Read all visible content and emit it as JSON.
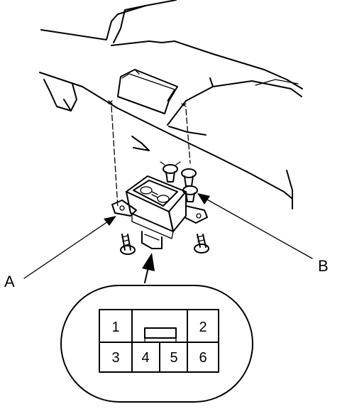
{
  "callouts": {
    "a": "A",
    "b": "B"
  },
  "connector": {
    "pins": [
      "1",
      "2",
      "3",
      "4",
      "5",
      "6"
    ]
  }
}
